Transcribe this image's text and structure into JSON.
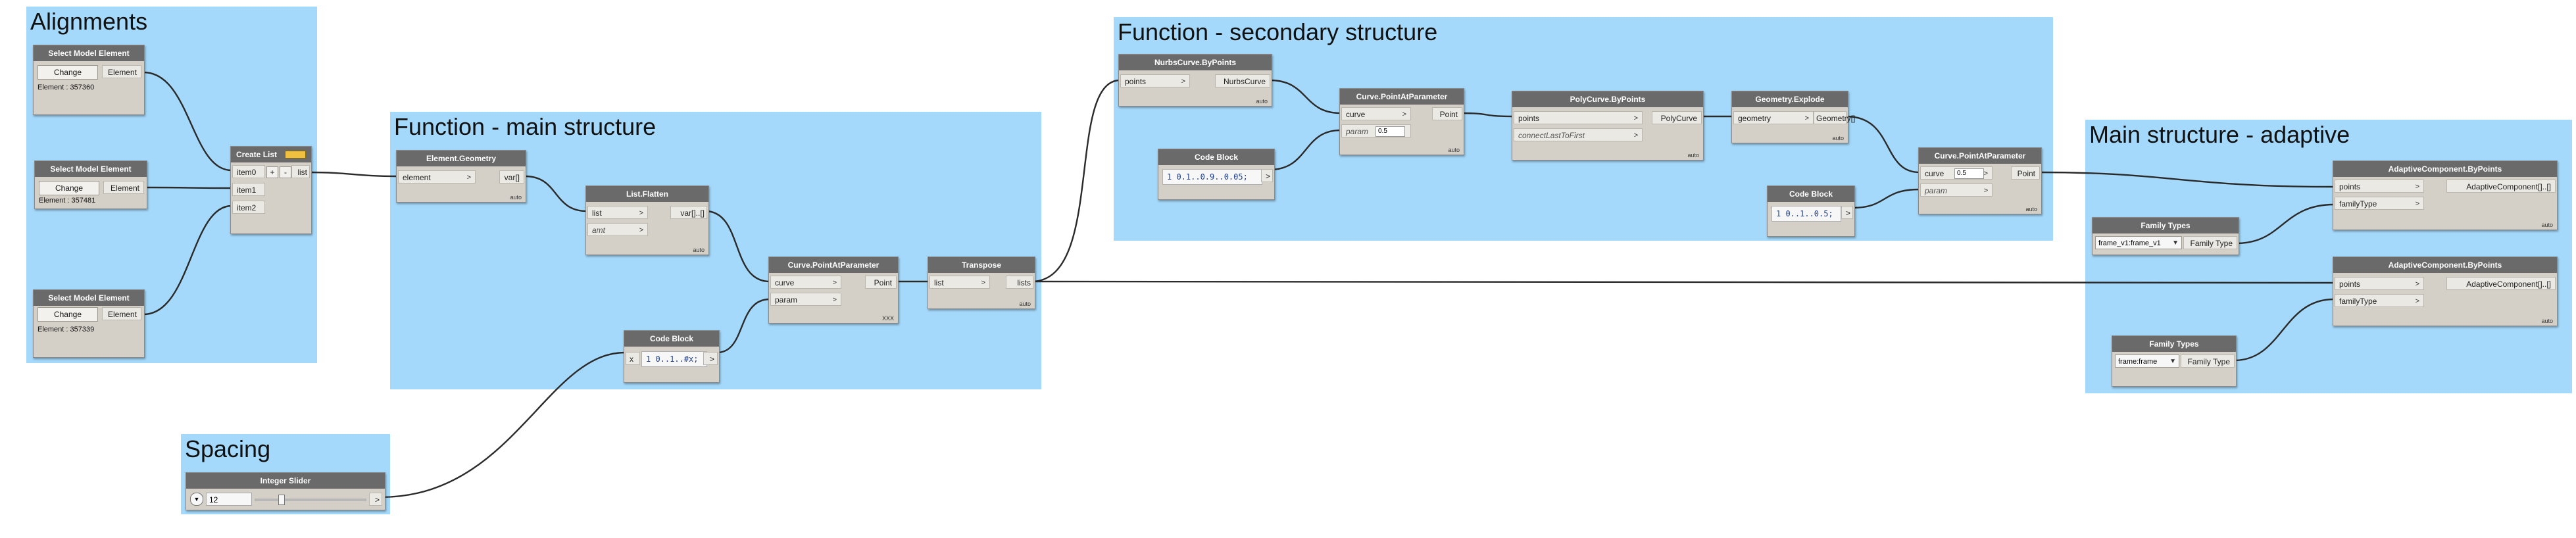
{
  "groups": {
    "alignments": "Alignments",
    "spacing": "Spacing",
    "main": "Function - main structure",
    "secondary": "Function - secondary structure",
    "adaptive": "Main structure - adaptive"
  },
  "nodes": {
    "sme1": {
      "title": "Select Model Element",
      "button": "Change",
      "output": "Element",
      "element_text": "Element : 357360"
    },
    "sme2": {
      "title": "Select Model Element",
      "button": "Change",
      "output": "Element",
      "element_text": "Element : 357481"
    },
    "sme3": {
      "title": "Select Model Element",
      "button": "Change",
      "output": "Element",
      "element_text": "Element : 357339"
    },
    "create_list": {
      "title": "Create List",
      "inputs": [
        "item0",
        "item1",
        "item2"
      ],
      "output": "list",
      "add_btn": "+",
      "remove_btn": "-"
    },
    "element_geometry": {
      "title": "Element.Geometry",
      "input": "element",
      "output": "var[]",
      "lacing": "auto"
    },
    "list_flatten": {
      "title": "List.Flatten",
      "inputs": [
        "list",
        "amt"
      ],
      "output": "var[]..[]",
      "lacing": "auto"
    },
    "code_main": {
      "title": "Code Block",
      "code": "1 0..1..#x;",
      "input": "x"
    },
    "cpap_main": {
      "title": "Curve.PointAtParameter",
      "inputs": [
        "curve",
        "param"
      ],
      "output": "Point",
      "lacing": "XXX"
    },
    "transpose": {
      "title": "Transpose",
      "input": "list",
      "output": "lists",
      "lacing": "auto"
    },
    "slider": {
      "title": "Integer Slider",
      "value": "12"
    },
    "nurbs": {
      "title": "NurbsCurve.ByPoints",
      "input": "points",
      "output": "NurbsCurve",
      "lacing": "auto"
    },
    "code_sec1": {
      "title": "Code Block",
      "code": "1 0.1..0.9..0.05;"
    },
    "cpap_sec1": {
      "title": "Curve.PointAtParameter",
      "inputs": [
        "curve",
        "param"
      ],
      "output": "Point",
      "param_default": "0.5",
      "lacing": "auto"
    },
    "polycurve": {
      "title": "PolyCurve.ByPoints",
      "inputs": [
        "points",
        "connectLastToFirst"
      ],
      "output": "PolyCurve",
      "lacing": "auto"
    },
    "explode": {
      "title": "Geometry.Explode",
      "input": "geometry",
      "output": "Geometry[]",
      "lacing": "auto"
    },
    "code_sec2": {
      "title": "Code Block",
      "code": "1 0..1..0.5;"
    },
    "cpap_sec2": {
      "title": "Curve.PointAtParameter",
      "inputs": [
        "curve",
        "param"
      ],
      "output": "Point",
      "param_default": "0.5",
      "lacing": "auto"
    },
    "family1": {
      "title": "Family Types",
      "value": "frame_v1:frame_v1",
      "output": "Family Type"
    },
    "family2": {
      "title": "Family Types",
      "value": "frame:frame",
      "output": "Family Type"
    },
    "adaptive1": {
      "title": "AdaptiveComponent.ByPoints",
      "inputs": [
        "points",
        "familyType"
      ],
      "output": "AdaptiveComponent[]..[]",
      "lacing": "auto"
    },
    "adaptive2": {
      "title": "AdaptiveComponent.ByPoints",
      "inputs": [
        "points",
        "familyType"
      ],
      "output": "AdaptiveComponent[]..[]",
      "lacing": "auto"
    }
  },
  "colors": {
    "group_bg": "#a5d9fb",
    "node_header": "#6a6a6a",
    "node_body": "#d4d0c8",
    "wire": "#2a2a2a"
  }
}
